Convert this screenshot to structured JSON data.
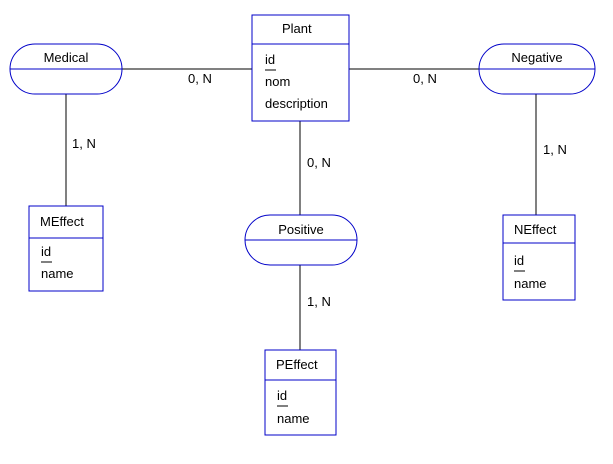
{
  "entities": [
    {
      "key": "plant",
      "title": "Plant",
      "attributes": [
        "id",
        "nom",
        "description"
      ],
      "identifier": "id"
    },
    {
      "key": "meffect",
      "title": "MEffect",
      "attributes": [
        "id",
        "name"
      ],
      "identifier": "id"
    },
    {
      "key": "peffect",
      "title": "PEffect",
      "attributes": [
        "id",
        "name"
      ],
      "identifier": "id"
    },
    {
      "key": "neffect",
      "title": "NEffect",
      "attributes": [
        "id",
        "name"
      ],
      "identifier": "id"
    }
  ],
  "associations": [
    {
      "key": "medical",
      "label": "Medical"
    },
    {
      "key": "negative",
      "label": "Negative"
    },
    {
      "key": "positive",
      "label": "Positive"
    }
  ],
  "links": [
    {
      "key": "medical-plant",
      "cardinality": "0, N"
    },
    {
      "key": "negative-plant",
      "cardinality": "0, N"
    },
    {
      "key": "positive-plant",
      "cardinality": "0, N"
    },
    {
      "key": "medical-meffect",
      "cardinality": "1, N"
    },
    {
      "key": "negative-neffect",
      "cardinality": "1, N"
    },
    {
      "key": "positive-peffect",
      "cardinality": "1, N"
    }
  ],
  "colors": {
    "box_stroke": "#0000c8",
    "line": "#000000",
    "background": "#ffffff"
  }
}
